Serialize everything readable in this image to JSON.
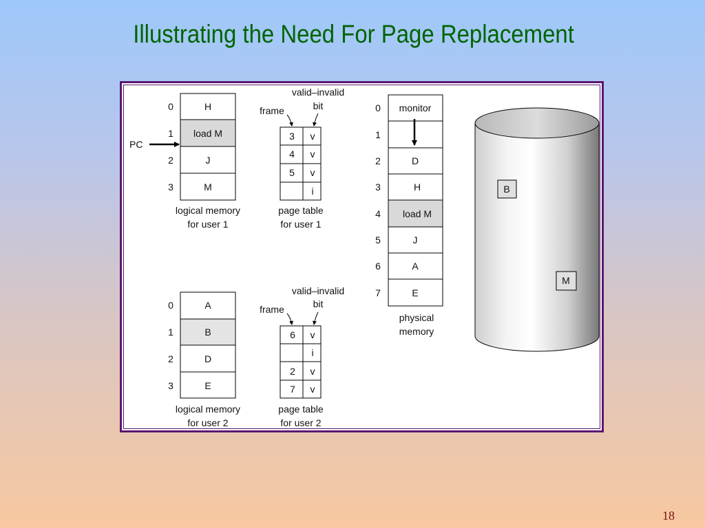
{
  "title": "Illustrating the Need For Page Replacement",
  "slide_number": "18",
  "user1": {
    "logical": {
      "indices": [
        "0",
        "1",
        "2",
        "3"
      ],
      "cells": [
        "H",
        "load M",
        "J",
        "M"
      ],
      "caption": [
        "logical memory",
        "for user 1"
      ]
    },
    "table": {
      "frames": [
        "3",
        "4",
        "5",
        ""
      ],
      "bits": [
        "v",
        "v",
        "v",
        "i"
      ],
      "caption": [
        "page table",
        "for user 1"
      ]
    },
    "pc_label": "PC"
  },
  "user2": {
    "logical": {
      "indices": [
        "0",
        "1",
        "2",
        "3"
      ],
      "cells": [
        "A",
        "B",
        "D",
        "E"
      ],
      "caption": [
        "logical memory",
        "for user 2"
      ]
    },
    "table": {
      "frames": [
        "6",
        "",
        "2",
        "7"
      ],
      "bits": [
        "v",
        "i",
        "v",
        "v"
      ],
      "caption": [
        "page table",
        "for user 2"
      ]
    }
  },
  "table_header": {
    "valid_invalid": "valid–invalid",
    "bit": "bit",
    "frame": "frame"
  },
  "physical": {
    "indices": [
      "0",
      "1",
      "2",
      "3",
      "4",
      "5",
      "6",
      "7"
    ],
    "cells": [
      "monitor",
      "",
      "D",
      "H",
      "load M",
      "J",
      "A",
      "E"
    ],
    "caption": [
      "physical",
      "memory"
    ]
  },
  "disk": {
    "blocks": [
      "B",
      "M"
    ]
  },
  "colors": {
    "title": "#006400",
    "frame_border": "#5a1670",
    "shaded_cell": "#d9d9d9"
  }
}
